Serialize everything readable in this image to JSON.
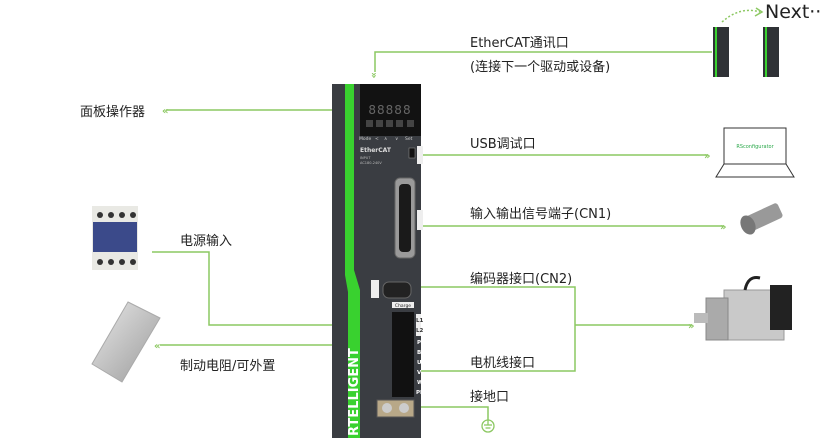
{
  "colors": {
    "line": "#8cc862",
    "accent": "#39d12f",
    "drive_body": "#3a3d42"
  },
  "labels": {
    "panel": "面板操作器",
    "ethercat": "EtherCAT通讯口",
    "ethercat_note": "(连接下一个驱动或设备)",
    "usb": "USB调试口",
    "cn1": "输入输出信号端子(CN1)",
    "power_input": "电源输入",
    "cn2": "编码器接口(CN2)",
    "brake_resistor": "制动电阻/可外置",
    "motor_line": "电机线接口",
    "ground": "接地口",
    "next": "Next···"
  },
  "drive": {
    "display": "88888",
    "buttons": [
      "Mode",
      "<",
      "∧",
      "∨",
      "Set"
    ],
    "brand_text": "RTELLIGENT",
    "fieldbus": "EtherCAT",
    "input": "INPUT",
    "voltage": "AC180-240V",
    "charge": "Charge",
    "terminals": [
      "L1",
      "L2",
      "P+",
      "Br",
      "U",
      "V",
      "W",
      "PE"
    ],
    "ports": [
      "USB",
      "CN1",
      "CN2"
    ]
  },
  "laptop_screen": "RSconfigurator"
}
